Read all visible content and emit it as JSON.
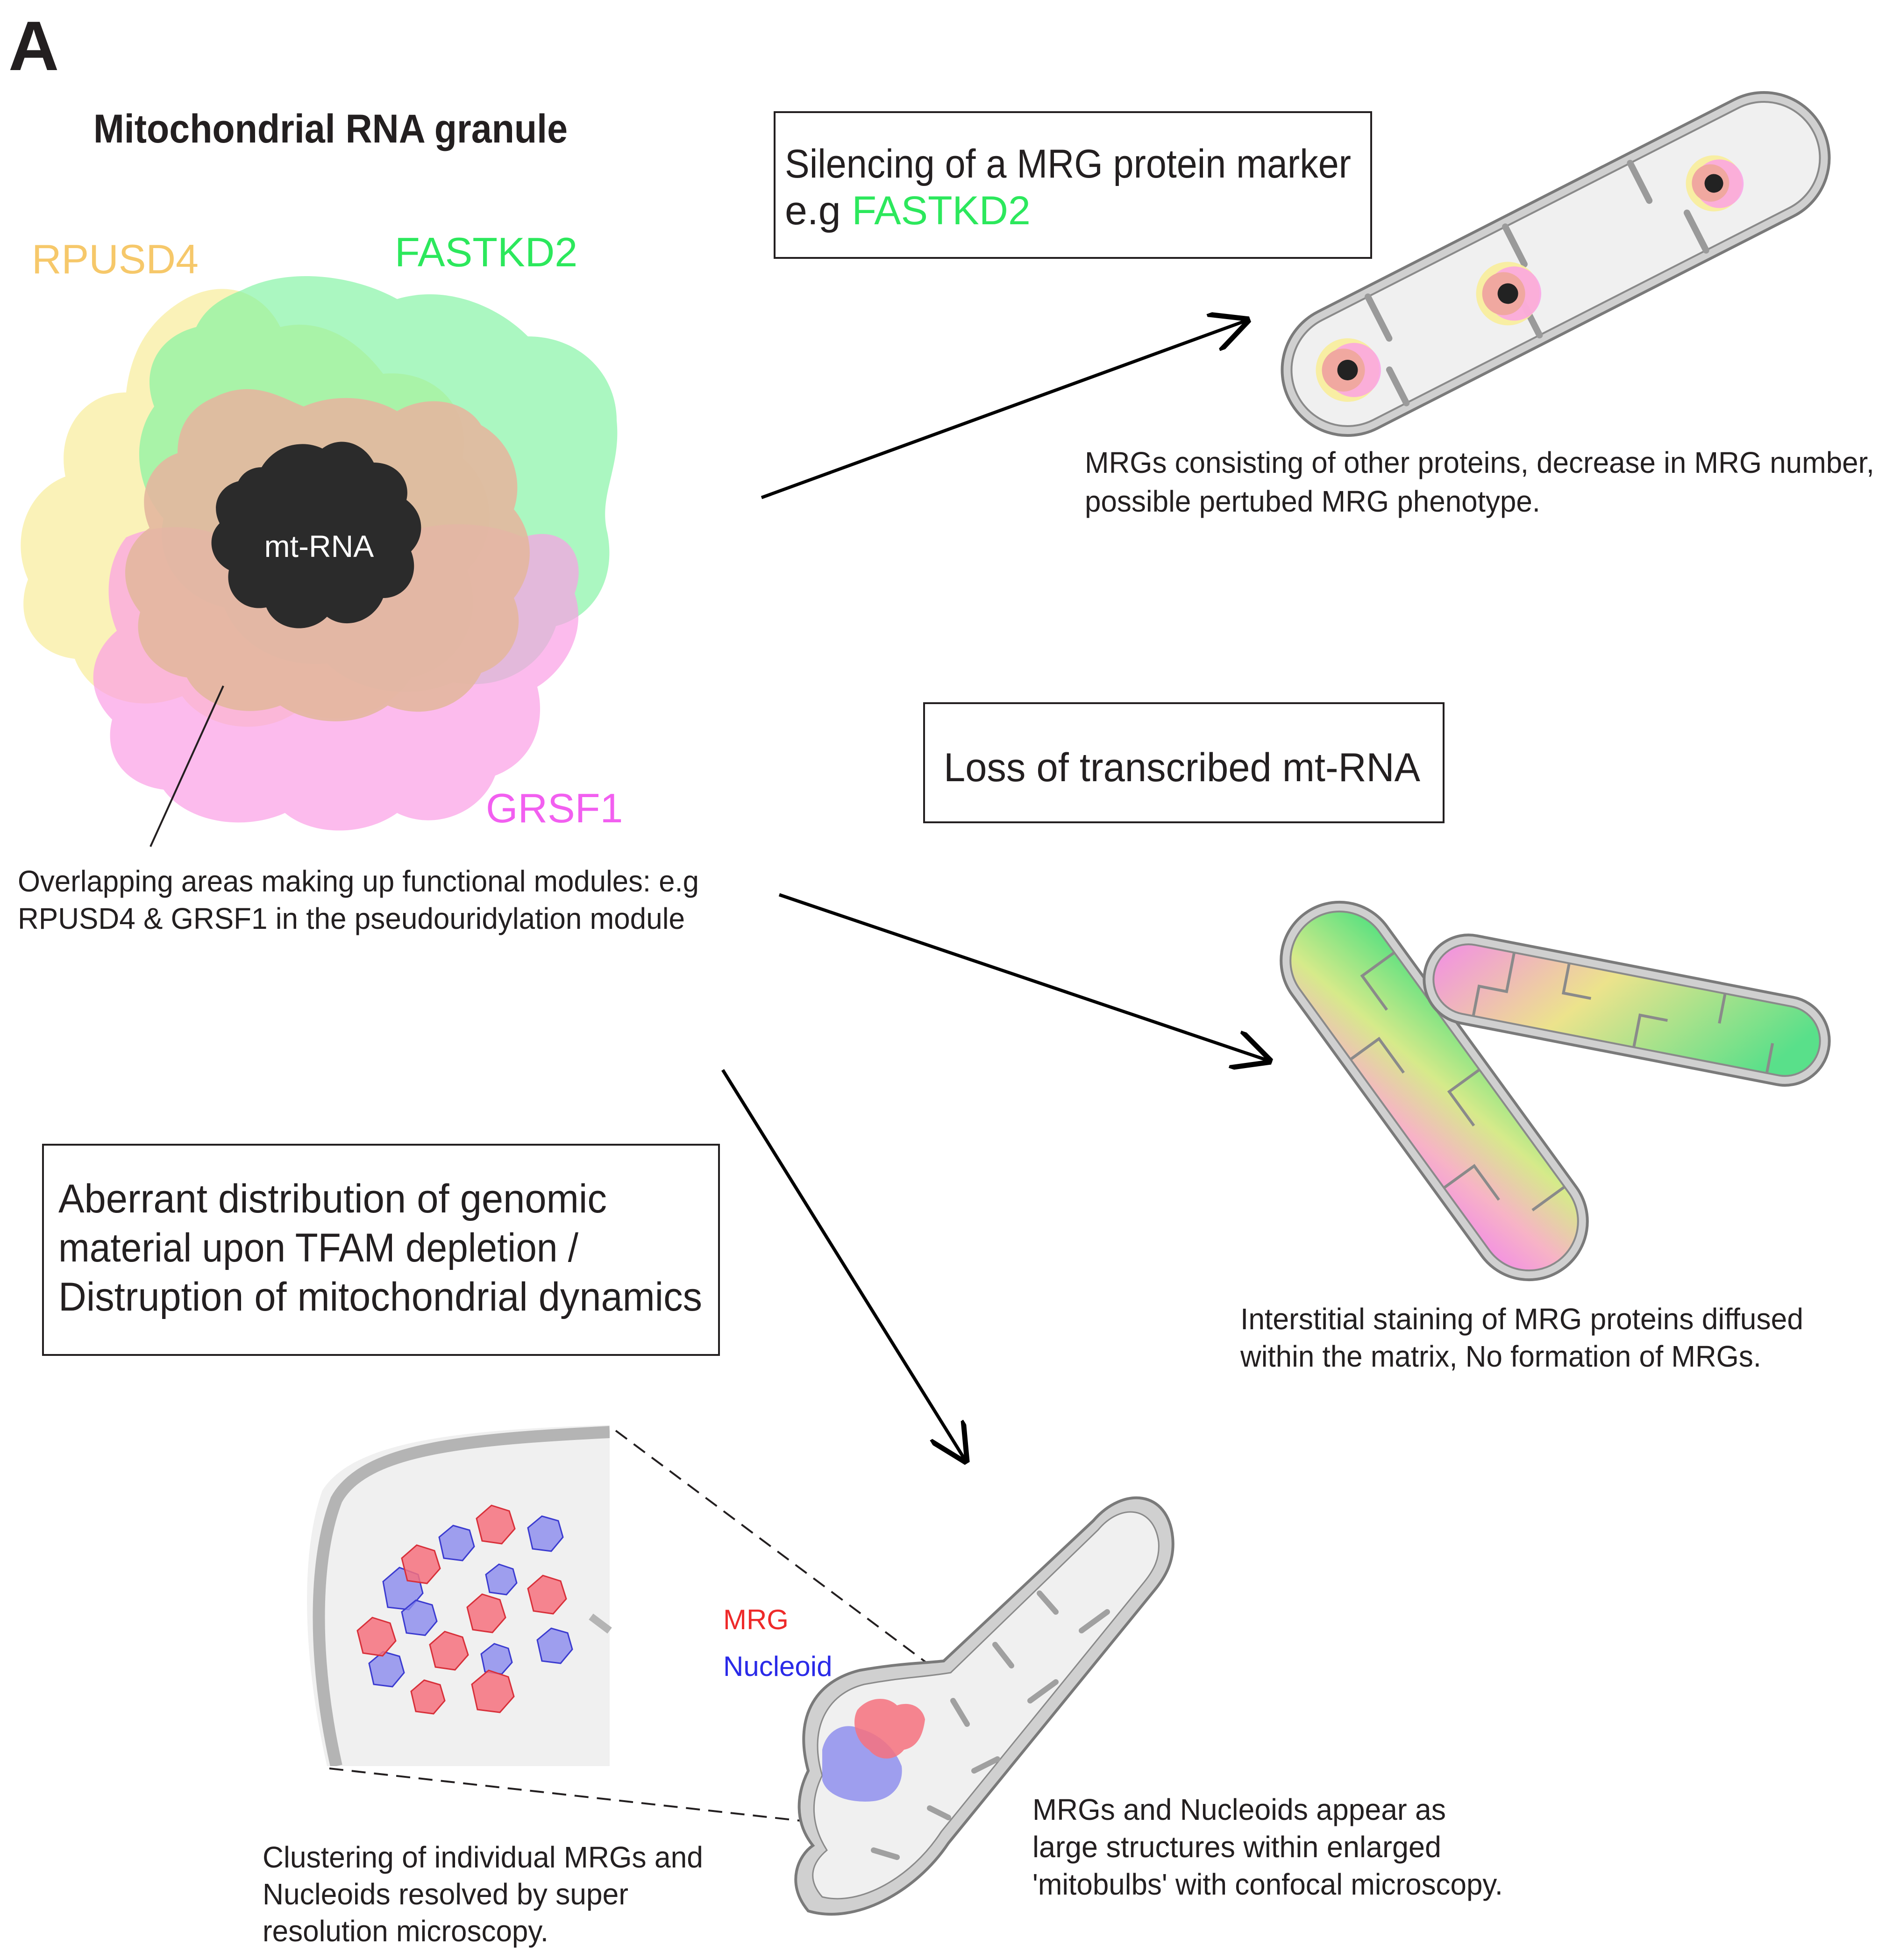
{
  "panel_letter": "A",
  "granule": {
    "title": "Mitochondrial RNA granule",
    "core_label": "mt-RNA",
    "proteins": [
      {
        "name": "RPUSD4",
        "color": "#f6c86a"
      },
      {
        "name": "FASTKD2",
        "color": "#2ce85c"
      },
      {
        "name": "GRSF1",
        "color": "#f25ff0"
      }
    ],
    "annotation": [
      "Overlapping areas making up functional modules: e.g",
      "RPUSD4 & GRSF1 in the pseudouridylation module"
    ]
  },
  "scenario_1": {
    "box_line1": "Silencing of a MRG protein marker",
    "box_line2_prefix": "e.g ",
    "box_line2_highlight": "FASTKD2",
    "highlight_color": "#2ce85c",
    "caption": [
      "MRGs consisting of other proteins, decrease in MRG number,",
      "possible pertubed MRG phenotype."
    ]
  },
  "scenario_2": {
    "box_text": "Loss of transcribed mt-RNA",
    "caption": [
      "Interstitial staining of MRG proteins  diffused",
      "within the matrix, No formation of MRGs."
    ]
  },
  "scenario_3": {
    "box_lines": [
      "Aberrant distribution of genomic",
      "material upon TFAM depletion /",
      "Distruption of mitochondrial dynamics"
    ],
    "legend": [
      {
        "label": "MRG",
        "color": "#ee2a2a"
      },
      {
        "label": "Nucleoid",
        "color": "#2a2ae8"
      }
    ],
    "caption_left": [
      "Clustering of individual MRGs and",
      "Nucleoids resolved by super",
      "resolution microscopy."
    ],
    "caption_right": [
      "MRGs and Nucleoids appear as",
      "large structures within enlarged",
      "'mitobulbs' with confocal microscopy."
    ]
  }
}
